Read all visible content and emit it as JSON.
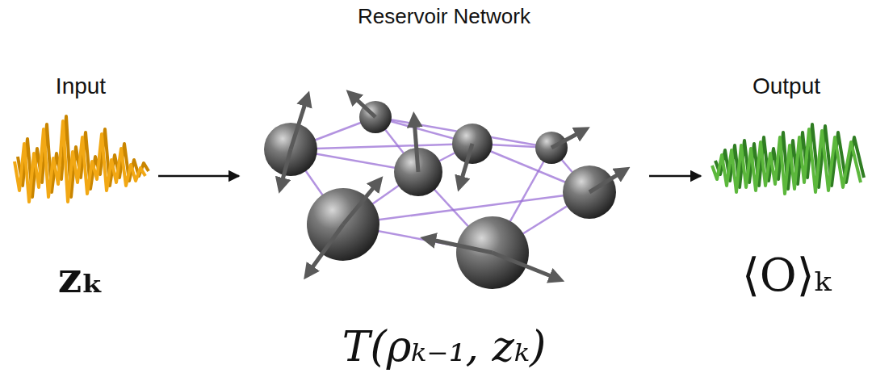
{
  "diagram": {
    "nodes": [
      {
        "text": [
          "Input",
          "zₖ"
        ]
      },
      {
        "text": [
          "Reservoir Network",
          "T(ρₖ₋₁, zₖ)"
        ]
      },
      {
        "text": [
          "Output",
          "⟨O⟩ₖ"
        ]
      }
    ],
    "edges": [
      {
        "from": 0,
        "to": 1,
        "arrow": "to"
      },
      {
        "from": 1,
        "to": 2,
        "arrow": "to"
      }
    ]
  }
}
